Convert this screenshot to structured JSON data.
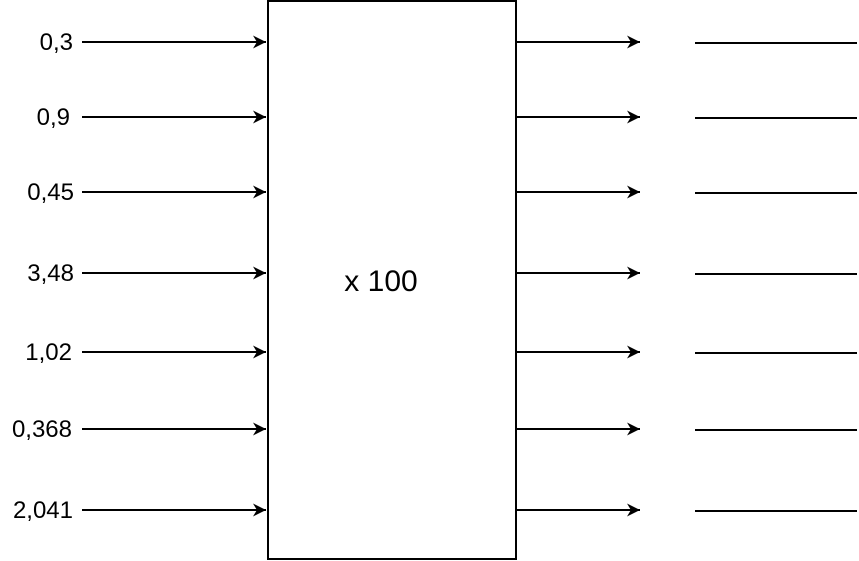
{
  "operation": {
    "label": "x 100"
  },
  "inputs": [
    {
      "value": "0,3"
    },
    {
      "value": "0,9"
    },
    {
      "value": "0,45"
    },
    {
      "value": "3,48"
    },
    {
      "value": "1,02"
    },
    {
      "value": "0,368"
    },
    {
      "value": "2,041"
    }
  ],
  "outputs": [
    {
      "value": ""
    },
    {
      "value": ""
    },
    {
      "value": ""
    },
    {
      "value": ""
    },
    {
      "value": ""
    },
    {
      "value": ""
    },
    {
      "value": ""
    }
  ],
  "colors": {
    "stroke": "#000000",
    "background": "#ffffff"
  }
}
